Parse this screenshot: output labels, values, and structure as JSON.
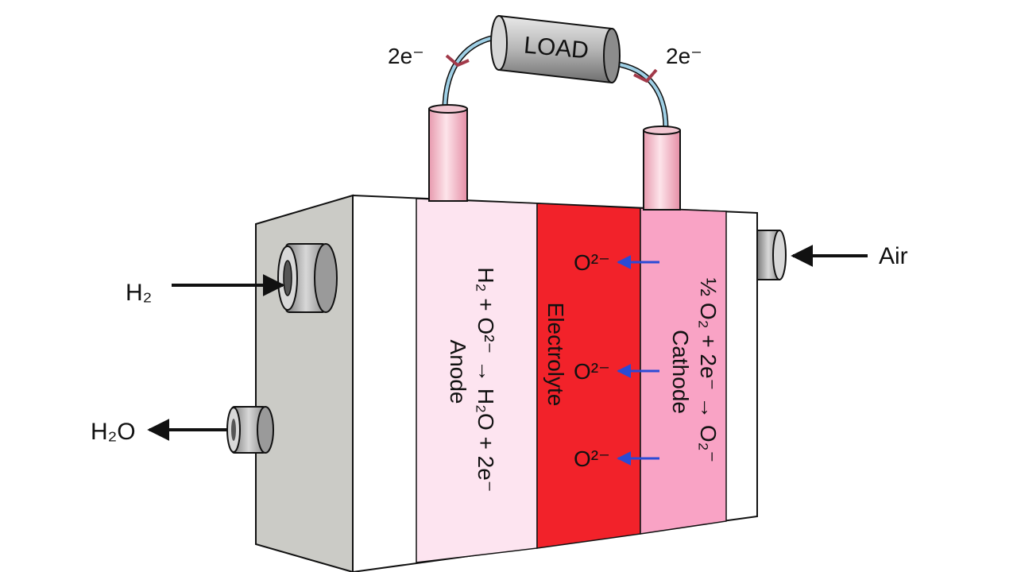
{
  "load": {
    "label": "LOAD"
  },
  "electrons": {
    "left": "2e⁻",
    "right": "2e⁻"
  },
  "inputs": {
    "h2": {
      "label": "H₂"
    },
    "h2o": {
      "label": "H₂O"
    },
    "air": {
      "label": "Air"
    }
  },
  "layers": {
    "anode": {
      "name": "Anode",
      "reaction": "H₂ + O²⁻ → H₂O + 2e⁻"
    },
    "electrolyte": {
      "name": "Electrolyte",
      "ion_label": "O²⁻",
      "ion_count": 3
    },
    "cathode": {
      "name": "Cathode",
      "reaction": "½ O₂ + 2e⁻ → O₂⁻"
    }
  },
  "colors": {
    "anode": "#fde4f0",
    "electrolyte": "#f2222a",
    "cathode": "#f9a3c5",
    "side_panel": "#cbcbc6",
    "wire": "#9fd0e6",
    "ion_arrow": "#2a4bd6",
    "terminal": "#f4bccb"
  }
}
